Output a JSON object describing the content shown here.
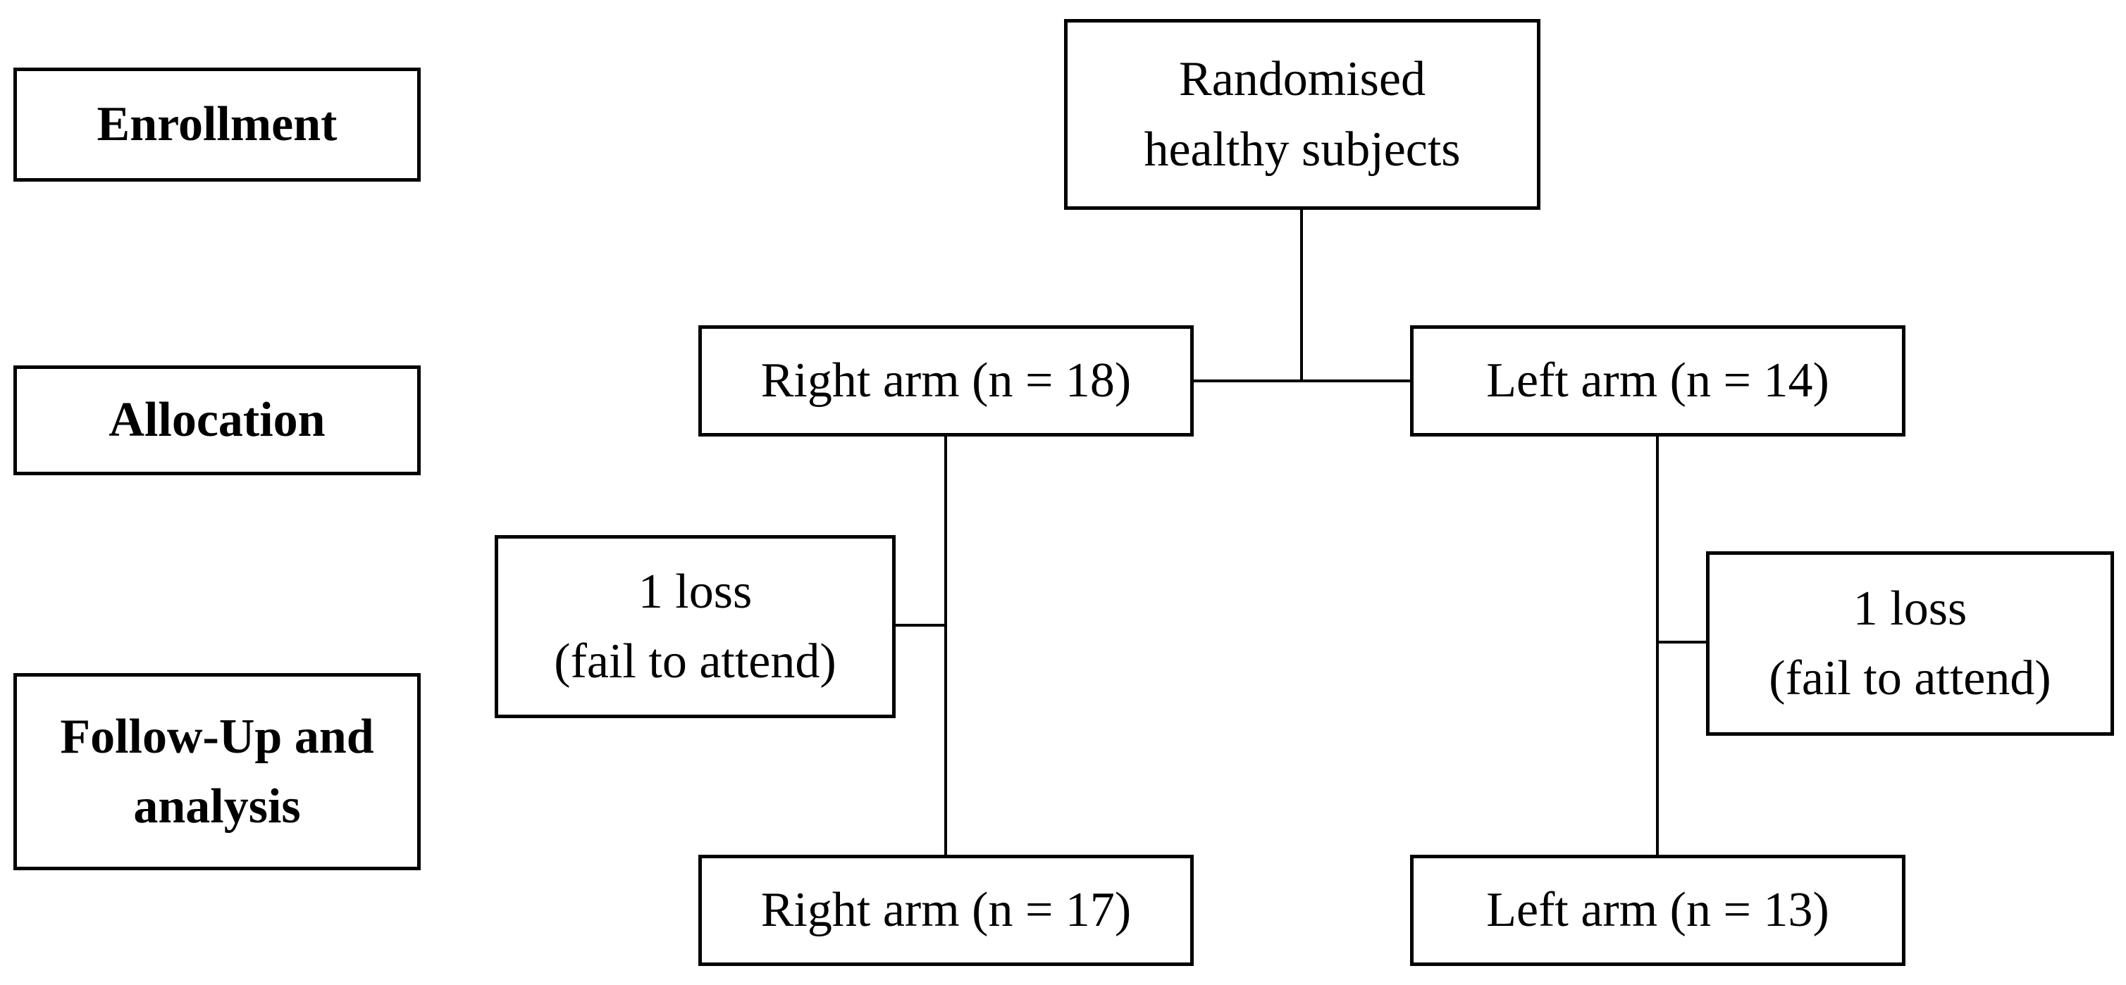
{
  "diagram": {
    "colors": {
      "background": "#ffffff",
      "border": "#000000",
      "text": "#000000"
    },
    "stages": {
      "enrollment": {
        "lines": [
          "Enrollment"
        ]
      },
      "allocation": {
        "lines": [
          "Allocation"
        ]
      },
      "followup": {
        "lines": [
          "Follow-Up and",
          "analysis"
        ]
      }
    },
    "nodes": {
      "randomised": {
        "lines": [
          "Randomised",
          "healthy subjects"
        ]
      },
      "right_alloc": {
        "lines": [
          "Right arm (n = 18)"
        ]
      },
      "left_alloc": {
        "lines": [
          "Left arm (n = 14)"
        ]
      },
      "left_loss": {
        "lines": [
          "1 loss",
          "(fail to attend)"
        ]
      },
      "right_loss": {
        "lines": [
          "1 loss",
          "(fail to attend)"
        ]
      },
      "right_final": {
        "lines": [
          "Right arm (n = 17)"
        ]
      },
      "left_final": {
        "lines": [
          "Left arm (n = 13)"
        ]
      }
    }
  }
}
